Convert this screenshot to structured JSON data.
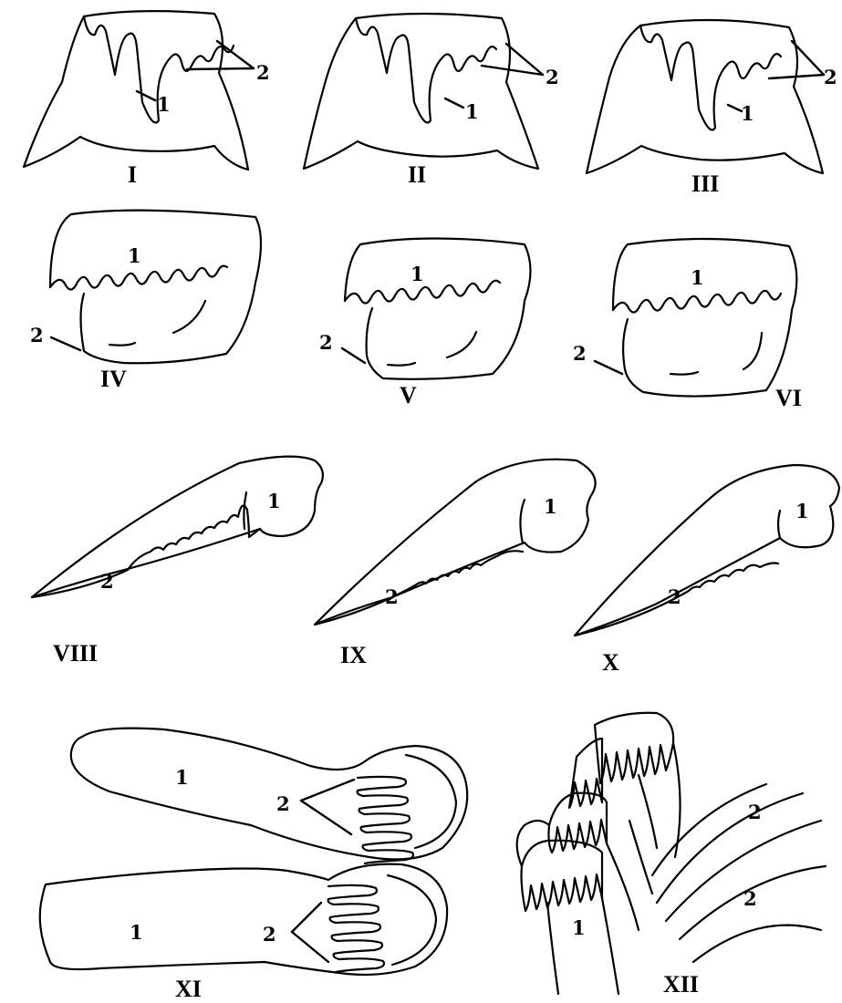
{
  "figures": {
    "I": {
      "label": "I",
      "callout_body": "1",
      "callout_teeth": "2"
    },
    "II": {
      "label": "II",
      "callout_body": "1",
      "callout_teeth": "2"
    },
    "III": {
      "label": "III",
      "callout_body": "1",
      "callout_teeth": "2"
    },
    "IV": {
      "label": "IV",
      "callout_body": "1",
      "callout_teeth": "2"
    },
    "V": {
      "label": "V",
      "callout_body": "1",
      "callout_teeth": "2"
    },
    "VI": {
      "label": "VI",
      "callout_body": "1",
      "callout_teeth": "2"
    },
    "VIII": {
      "label": "VIII",
      "callout_body": "1",
      "callout_teeth": "2"
    },
    "IX": {
      "label": "IX",
      "callout_body": "1",
      "callout_teeth": "2"
    },
    "X": {
      "label": "X",
      "callout_body": "1",
      "callout_teeth": "2"
    },
    "XI": {
      "label": "XI",
      "callout_body_a": "1",
      "callout_teeth_a": "2",
      "callout_body_b": "1",
      "callout_teeth_b": "2"
    },
    "XII": {
      "label": "XII",
      "callout_body": "1",
      "callout_teeth_a": "2",
      "callout_teeth_b": "2"
    }
  }
}
